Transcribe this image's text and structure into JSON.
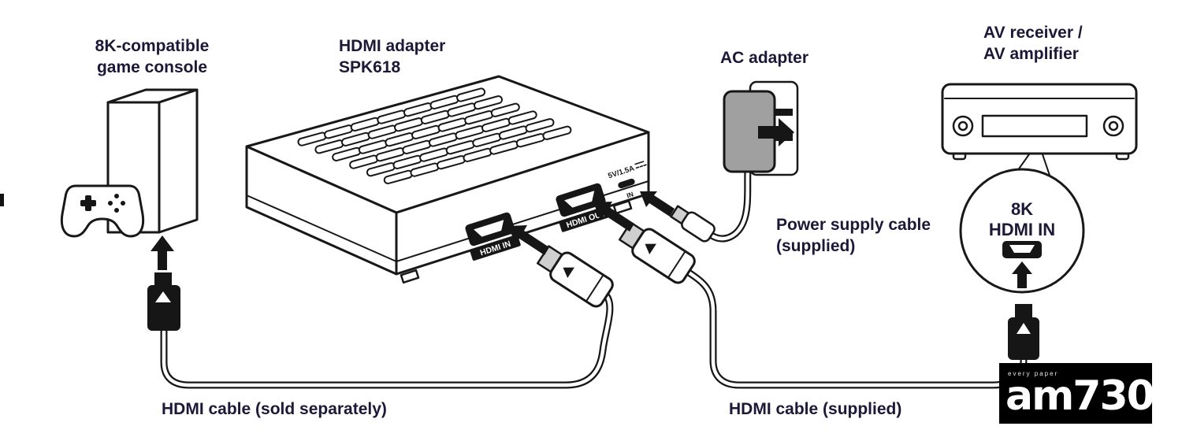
{
  "labels": {
    "game_console": "8K-compatible\ngame console",
    "hdmi_adapter": "HDMI adapter\nSPK618",
    "ac_adapter": "AC adapter",
    "av_receiver": "AV receiver /\nAV amplifier",
    "power_cable": "Power supply cable\n(supplied)",
    "hdmi_cable_left": "HDMI cable (sold separately)",
    "hdmi_cable_right": "HDMI cable (supplied)"
  },
  "callout": {
    "line1": "8K",
    "line2": "HDMI IN"
  },
  "ports": {
    "hdmi_in": "HDMI IN",
    "hdmi_out": "HDMI OUT",
    "power_spec": "5V/1.5A",
    "power_in": "IN"
  },
  "watermark": {
    "logo": "am730",
    "tagline": "every paper"
  },
  "colors": {
    "label_text": "#1c1838",
    "line_art": "#181818",
    "watermark_bg": "#000000",
    "watermark_text": "#ffffff"
  }
}
